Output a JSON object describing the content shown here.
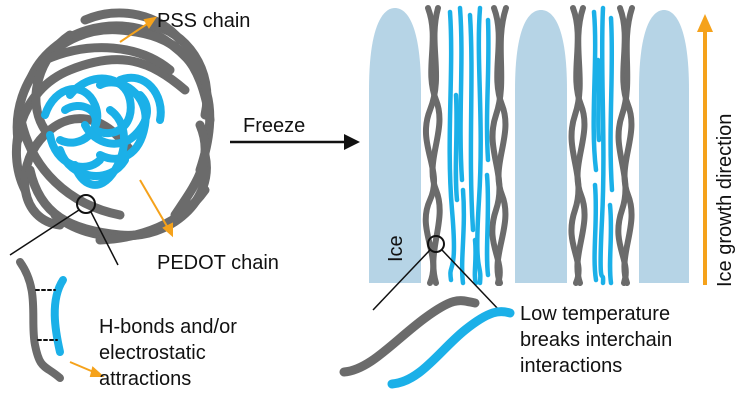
{
  "labels": {
    "pss_chain": "PSS chain",
    "pedot_chain": "PEDOT chain",
    "freeze": "Freeze",
    "ice": "Ice",
    "ice_growth_direction": "Ice growth direction",
    "hbonds_line1": "H-bonds and/or",
    "hbonds_line2": "electrostatic",
    "hbonds_line3": "attractions",
    "lowtemp_line1": "Low temperature",
    "lowtemp_line2": "breaks interchain",
    "lowtemp_line3": "interactions"
  },
  "colors": {
    "pss_gray": "#6b6b6b",
    "pedot_blue": "#1bb0e8",
    "ice_blue": "#b6d4e6",
    "arrow_orange": "#f5a21b",
    "text_black": "#111111"
  }
}
